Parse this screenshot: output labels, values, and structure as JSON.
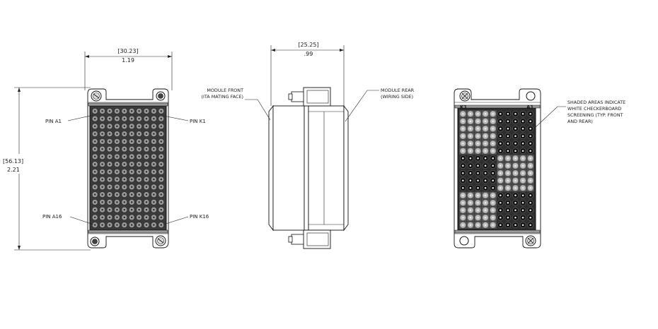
{
  "front_view": {
    "width_dim_bracket": "[30.23]",
    "width_dim": "1.19",
    "height_dim_bracket": "[56.13]",
    "height_dim": "2.21",
    "pin_labels": {
      "a1": "PIN A1",
      "k1": "PIN K1",
      "a16": "PIN A16",
      "k16": "PIN K16"
    },
    "grid": {
      "columns": 10,
      "rows": 16
    }
  },
  "side_view": {
    "depth_dim_bracket": "[25.25]",
    "depth_dim": ".99",
    "front_callout": [
      "MODULE FRONT",
      "(ITA MATING FACE)"
    ],
    "rear_callout": [
      "MODULE REAR",
      "(WIRING SIDE)"
    ]
  },
  "rear_view": {
    "corner_k1": "K1",
    "corner_a1": "A1",
    "shading_note": [
      "SHADED AREAS INDICATE",
      "WHITE CHECKERBOARD",
      "SCREENING  (TYP. FRONT",
      "AND REAR)"
    ],
    "grid": {
      "columns": 10,
      "rows": 16
    }
  }
}
